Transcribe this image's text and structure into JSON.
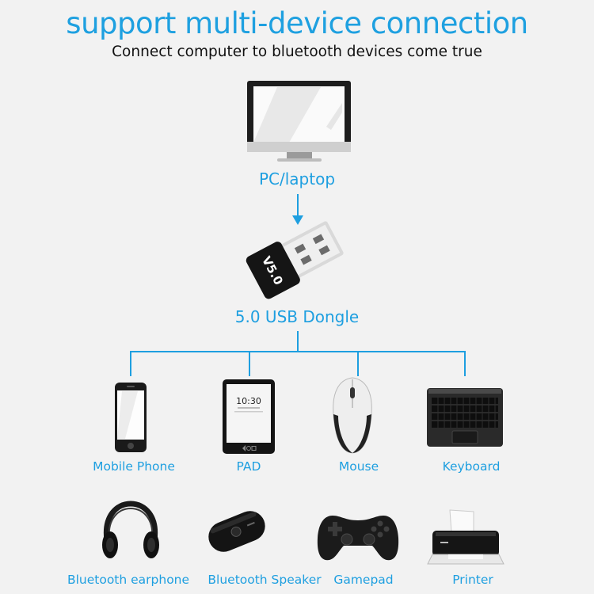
{
  "header": {
    "title": "support multi-device connection",
    "subtitle": "Connect computer to bluetooth devices come true"
  },
  "source": {
    "pc_label": "PC/laptop",
    "dongle_label": "5.0 USB Dongle",
    "dongle_marking": "V5.0"
  },
  "devices_row1": [
    {
      "label": "Mobile Phone",
      "icon": "mobile-phone-icon"
    },
    {
      "label": "PAD",
      "icon": "tablet-icon",
      "screen_time": "10:30"
    },
    {
      "label": "Mouse",
      "icon": "mouse-icon"
    },
    {
      "label": "Keyboard",
      "icon": "keyboard-icon"
    }
  ],
  "devices_row2": [
    {
      "label": "Bluetooth earphone",
      "icon": "headphones-icon"
    },
    {
      "label": "Bluetooth Speaker",
      "icon": "speaker-icon"
    },
    {
      "label": "Gamepad",
      "icon": "gamepad-icon"
    },
    {
      "label": "Printer",
      "icon": "printer-icon"
    }
  ],
  "colors": {
    "accent": "#1e9fe0",
    "background": "#f2f2f2",
    "text": "#111111"
  }
}
